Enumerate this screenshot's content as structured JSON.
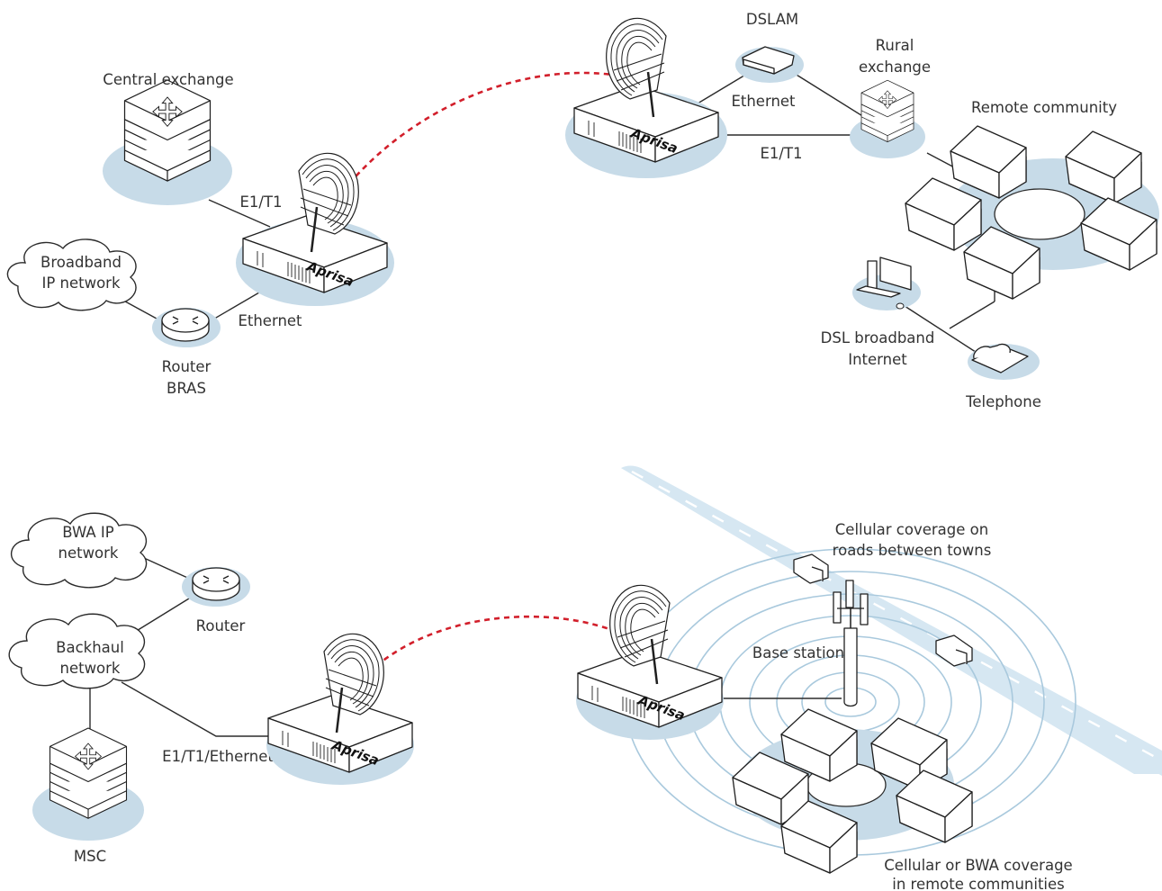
{
  "diagram": {
    "top": {
      "central_exchange": "Central exchange",
      "broadband_ip_network": [
        "Broadband",
        "IP network"
      ],
      "router_bras": [
        "Router",
        "BRAS"
      ],
      "e1t1_left": "E1/T1",
      "ethernet_left": "Ethernet",
      "dslam": "DSLAM",
      "rural_exchange": [
        "Rural",
        "exchange"
      ],
      "ethernet_right": "Ethernet",
      "e1t1_right": "E1/T1",
      "remote_community": "Remote community",
      "dsl_broadband": [
        "DSL broadband",
        "Internet"
      ],
      "telephone": "Telephone"
    },
    "bottom": {
      "bwa_ip_network": [
        "BWA IP",
        "network"
      ],
      "router": "Router",
      "backhaul_network": [
        "Backhaul",
        "network"
      ],
      "msc": "MSC",
      "e1t1_ethernet": "E1/T1/Ethernet",
      "cellular_roads": [
        "Cellular coverage on",
        "roads between towns"
      ],
      "base_station": "Base station",
      "cellular_bwa": [
        "Cellular or BWA coverage",
        "in remote communities"
      ]
    },
    "brand": "Aprisa",
    "colors": {
      "radio_link": "#d21f2b",
      "halo": "#c7dbe8",
      "coverage_rings": "#a9c9dd"
    }
  }
}
